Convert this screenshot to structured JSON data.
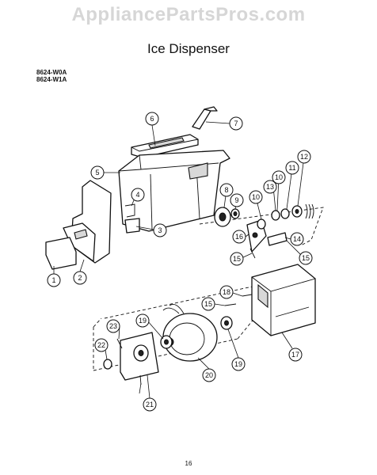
{
  "watermark": "AppliancePartsPros.com",
  "title": "Ice Dispenser",
  "models": [
    "8624-W0A",
    "8624-W1A"
  ],
  "page_number": "16",
  "callouts": [
    "1",
    "2",
    "3",
    "4",
    "5",
    "6",
    "7",
    "8",
    "9",
    "10",
    "10",
    "11",
    "12",
    "13",
    "14",
    "15",
    "15",
    "15",
    "16",
    "17",
    "18",
    "19",
    "19",
    "20",
    "21",
    "22",
    "23"
  ]
}
